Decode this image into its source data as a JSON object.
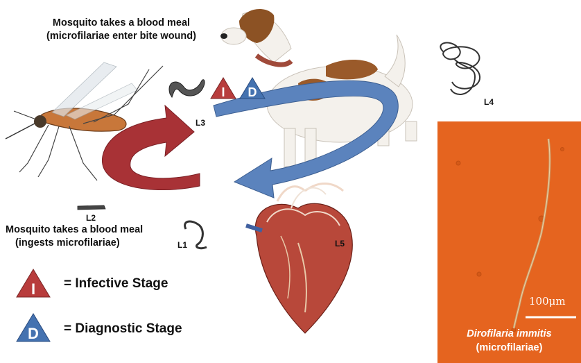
{
  "captions": {
    "top_line1": "Mosquito takes  a blood meal",
    "top_line2": "(microfilariae enter bite  wound)",
    "bottom_line1": "Mosquito takes  a blood meal",
    "bottom_line2": "(ingests microfilariae)"
  },
  "stages": {
    "l1": "L1",
    "l2": "L2",
    "l3": "L3",
    "l4": "L4",
    "l5": "L5"
  },
  "badges": {
    "infective_letter": "I",
    "diagnostic_letter": "D"
  },
  "legend": {
    "infective": "= Infective Stage",
    "diagnostic": "= Diagnostic Stage"
  },
  "micrograph": {
    "scale_bar": "100μm",
    "species": "Dirofilaria immitis",
    "form": "(microfilariae)"
  },
  "colors": {
    "infective_red": "#b83c3c",
    "diagnostic_blue": "#4472b0",
    "red_arrow": "#a83236",
    "blue_arrow": "#5b83bd",
    "micrograph_bg": "#e5641f"
  },
  "icons": [
    "mosquito",
    "dog",
    "heart",
    "worm-l1",
    "worm-l2",
    "worm-l3",
    "worm-l4"
  ]
}
